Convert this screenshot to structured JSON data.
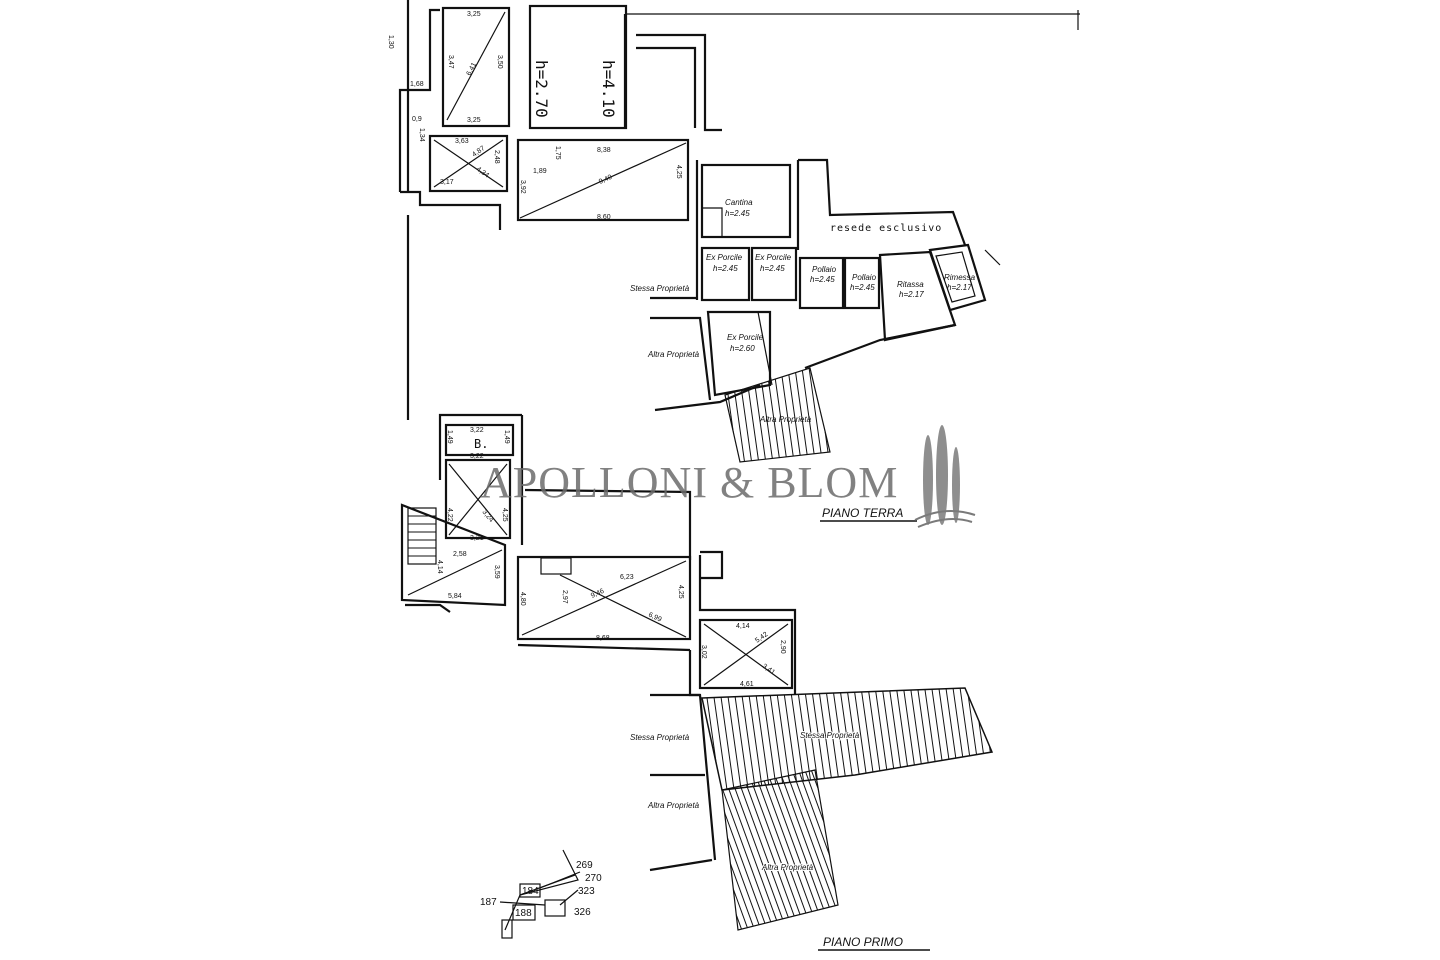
{
  "watermark": {
    "brand": "APOLLONI & BLOM",
    "color": "#6b6b6b"
  },
  "floors": {
    "ground": {
      "title": "PIANO TERRA",
      "resede": "resede esclusivo",
      "heights": {
        "h1": "h=2.70",
        "h2": "h=4.10"
      },
      "rooms": [
        {
          "name": "Cantina",
          "h": "h=2.45"
        },
        {
          "name": "Ex Porcile",
          "h": "h=2.45"
        },
        {
          "name": "Ex Porcile",
          "h": "h=2.45"
        },
        {
          "name": "Pollaio",
          "h": "h=2.45"
        },
        {
          "name": "Pollaio",
          "h": "h=2.45"
        },
        {
          "name": "Ritassa",
          "h": "h=2.17"
        },
        {
          "name": "Rimessa",
          "h": "h=2.17"
        },
        {
          "name": "Ex Porcile",
          "h": "h=2.60"
        }
      ],
      "labels": {
        "stessa": "Stessa Proprietà",
        "altra": "Altra Proprietà",
        "altra_hatch": "Altra Proprietà"
      },
      "dims": [
        "3,25",
        "3,47",
        "3,50",
        "3,25",
        "1,30",
        "1,68",
        "0,9",
        "1,34",
        "3,63",
        "3,17",
        "4,34",
        "2,48",
        "8,38",
        "1,89",
        "1,75",
        "3,92",
        "4,25",
        "8,60",
        "9,40",
        "6,41",
        "4,87"
      ]
    },
    "first": {
      "title": "PIANO PRIMO",
      "bath": "B.",
      "labels": {
        "stessa_left": "Stessa Proprietà",
        "altra_left": "Altra Proprietà",
        "stessa_hatch": "Stessa Proprietà",
        "altra_hatch": "Altra Proprietà"
      },
      "dims": [
        "3,22",
        "1,49",
        "1,49",
        "3,22",
        "4,22",
        "4,25",
        "3,24",
        "3,21",
        "2,58",
        "4,14",
        "5,84",
        "3,59",
        "6,23",
        "2,97",
        "6,99",
        "4,25",
        "4,80",
        "8,68",
        "9,46",
        "4,14",
        "2,90",
        "3,02",
        "3,41",
        "4,61",
        "5,42"
      ]
    },
    "site_plan": {
      "parcels": [
        "269",
        "270",
        "323",
        "326",
        "187",
        "184",
        "188"
      ]
    }
  }
}
